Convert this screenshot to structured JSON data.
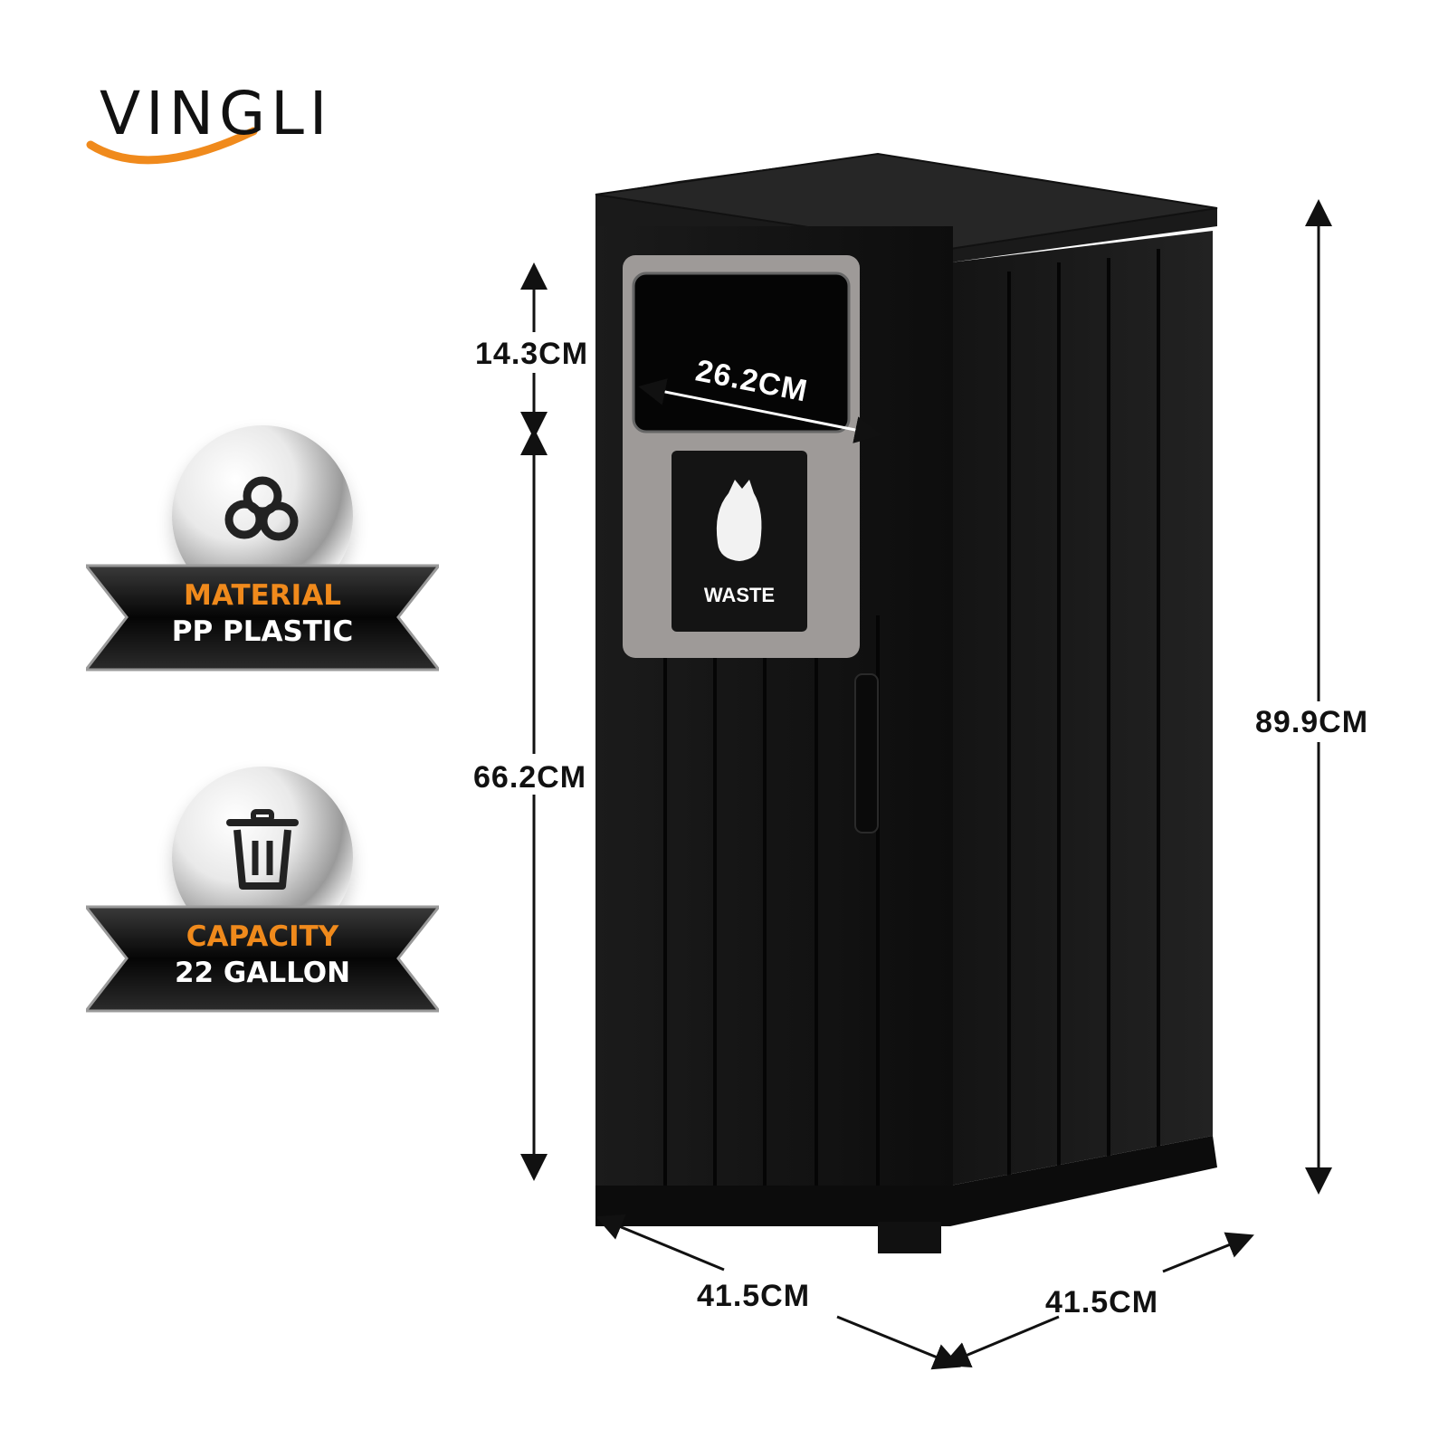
{
  "brand": {
    "logo_text": "VINGLI",
    "accent_color": "#f08a1c"
  },
  "features": [
    {
      "icon": "pellets-icon",
      "title": "MATERIAL",
      "value": "PP PLASTIC"
    },
    {
      "icon": "trash-can-icon",
      "title": "CAPACITY",
      "value": "22 GALLON"
    }
  ],
  "product": {
    "name": "outdoor trash can",
    "label": "WASTE",
    "label_icon": "garbage-bag-icon"
  },
  "dimensions": {
    "opening_height": "14.3CM",
    "opening_width": "26.2CM",
    "lower_height": "66.2CM",
    "total_height": "89.9CM",
    "depth": "41.5CM",
    "width": "41.5CM"
  }
}
